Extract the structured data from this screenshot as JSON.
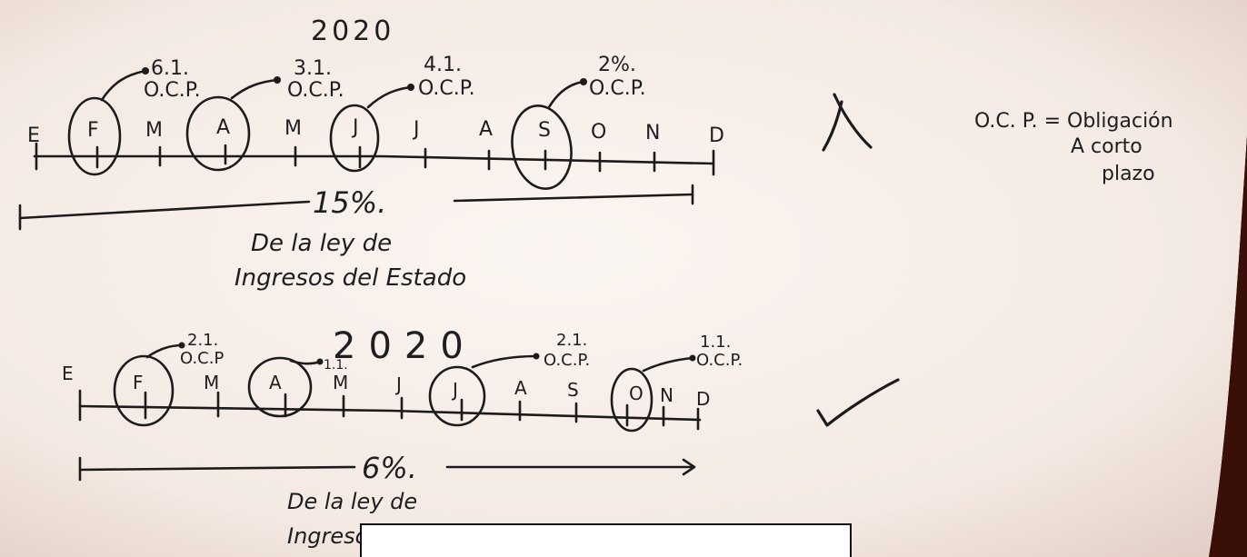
{
  "top": {
    "year": "2020",
    "months": [
      "E",
      "F",
      "M",
      "A",
      "M",
      "J",
      "J",
      "A",
      "S",
      "O",
      "N",
      "D"
    ],
    "callouts": [
      {
        "pct": "6.1.",
        "ocp": "O.C.P."
      },
      {
        "pct": "3.1.",
        "ocp": "O.C.P."
      },
      {
        "pct": "4.1.",
        "ocp": "O.C.P."
      },
      {
        "pct": "2%.",
        "ocp": "O.C.P."
      }
    ],
    "total": "15%.",
    "caption_line1": "De la ley de",
    "caption_line2": "Ingresos del Estado",
    "mark": "X"
  },
  "legend": {
    "line1": "O.C. P. = Obligación",
    "line2": "A corto",
    "line3": "plazo"
  },
  "bottom": {
    "year": "2020",
    "months": [
      "E",
      "F",
      "M",
      "A",
      "M",
      "J",
      "J",
      "A",
      "S",
      "O",
      "N",
      "D"
    ],
    "callouts": [
      {
        "pct": "2.1.",
        "ocp": "O.C.P"
      },
      {
        "pct": "1.1.",
        "ocp": ""
      },
      {
        "pct": "2.1.",
        "ocp": "O.C.P."
      },
      {
        "pct": "1.1.",
        "ocp": "O.C.P."
      }
    ],
    "total": "6%.",
    "caption_line1": "De la ley de",
    "caption_line2": "Ingresco del Estado",
    "mark": "✓"
  }
}
